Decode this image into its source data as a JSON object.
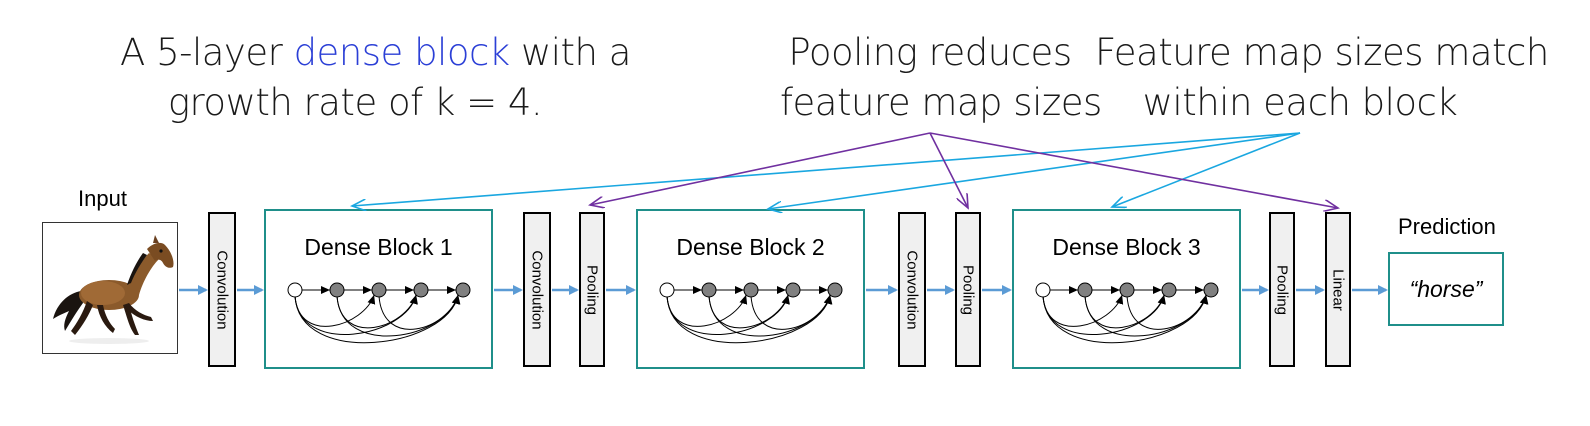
{
  "captions": {
    "dense_block": {
      "pre": "A 5-layer ",
      "highlight": "dense block",
      "post": " with a",
      "line2": "growth rate of k = 4."
    },
    "pooling": {
      "line1": "Pooling reduces",
      "line2": "feature map sizes"
    },
    "feature_map": {
      "line1": "Feature map sizes match",
      "line2": "within each block"
    }
  },
  "labels": {
    "input": "Input",
    "prediction": "Prediction",
    "prediction_value": "“horse”"
  },
  "dense_blocks": [
    "Dense Block 1",
    "Dense Block 2",
    "Dense Block 3"
  ],
  "layers": {
    "convolution": "Convolution",
    "pooling": "Pooling",
    "linear": "Linear"
  },
  "colors": {
    "highlight_text": "#2b3fd6",
    "dense_border": "#1f8f8a",
    "flow_arrow": "#5b9bd5",
    "cyan_pointer": "#1aa7e0",
    "purple_pointer": "#7030a0",
    "node_fill": "#808080"
  }
}
